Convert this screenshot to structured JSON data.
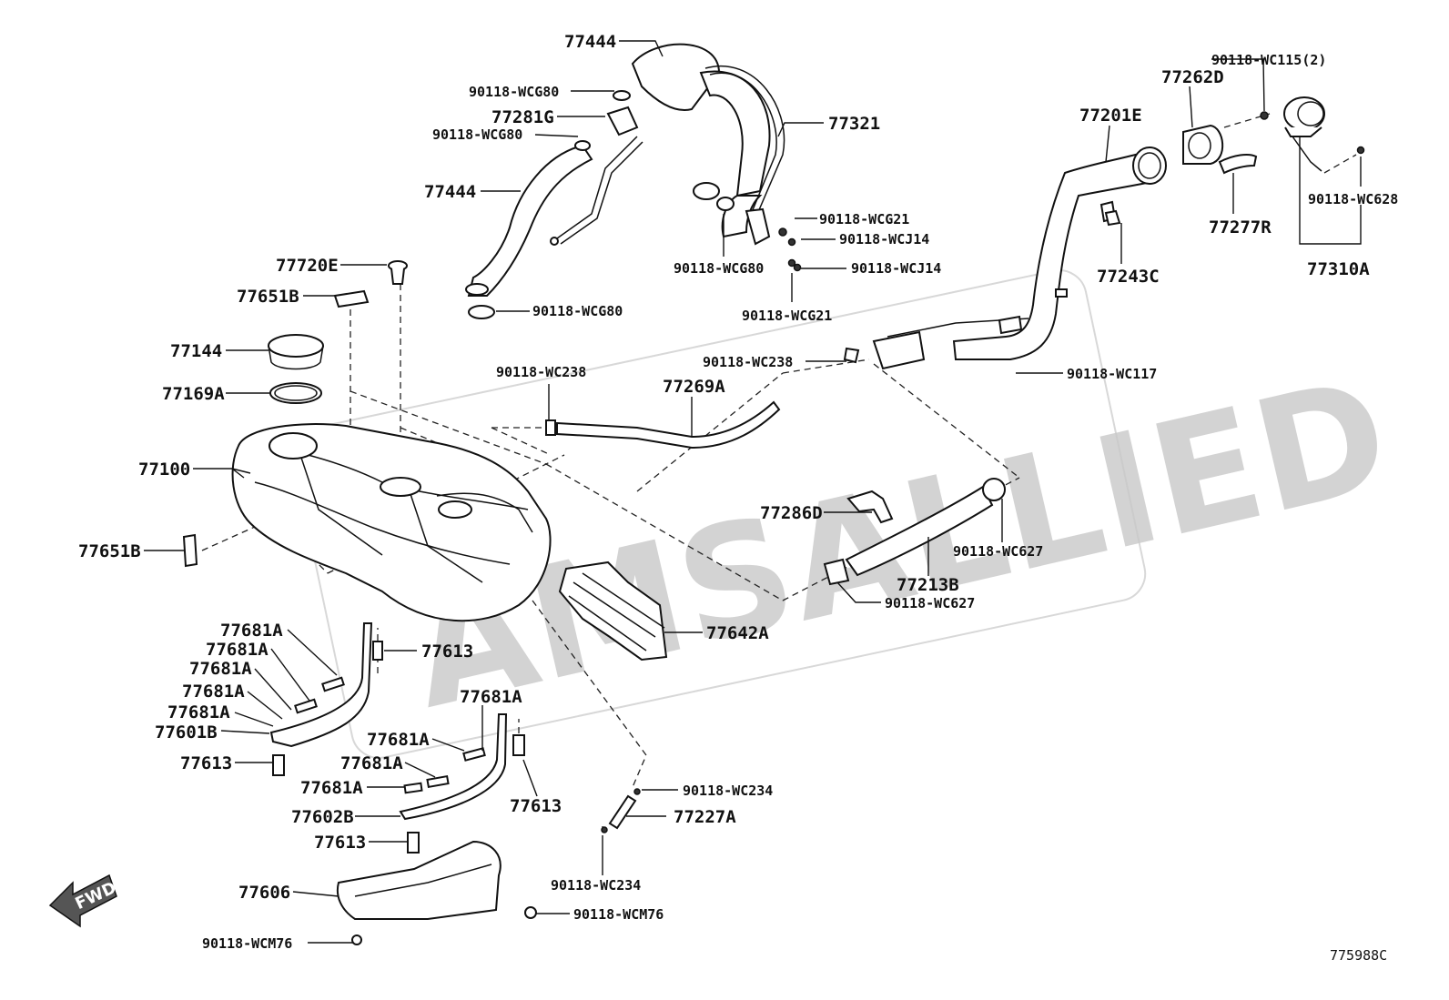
{
  "watermark": "AMSALLIED",
  "diagram_code": "775988C",
  "fwd_label": "FWD",
  "labels": {
    "l77444_top": "77444",
    "l90118_wcg80_a": "90118-WCG80",
    "l77281g": "77281G",
    "l90118_wcg80_b": "90118-WCG80",
    "l77444_mid": "77444",
    "l77321": "77321",
    "l90118_wcg21_a": "90118-WCG21",
    "l90118_wcj14_a": "90118-WCJ14",
    "l90118_wcg80_c": "90118-WCG80",
    "l90118_wcj14_b": "90118-WCJ14",
    "l90118_wcg21_b": "90118-WCG21",
    "l90118_wcg80_d": "90118-WCG80",
    "l77720e": "77720E",
    "l77651b_top": "77651B",
    "l77144": "77144",
    "l77169a": "77169A",
    "l77100": "77100",
    "l77651b_left": "77651B",
    "l90118_wc238_a": "90118-WC238",
    "l77269a": "77269A",
    "l90118_wc238_b": "90118-WC238",
    "l90118_wc115": "90118-WC115(2)",
    "l77262d": "77262D",
    "l77201e": "77201E",
    "l77277r": "77277R",
    "l90118_wc628": "90118-WC628",
    "l77243c": "77243C",
    "l77310a": "77310A",
    "l90118_wc117": "90118-WC117",
    "l77286d": "77286D",
    "l90118_wc627_a": "90118-WC627",
    "l77213b": "77213B",
    "l90118_wc627_b": "90118-WC627",
    "l77642a": "77642A",
    "l77681a_1": "77681A",
    "l77681a_2": "77681A",
    "l77681a_3": "77681A",
    "l77681a_4": "77681A",
    "l77681a_5": "77681A",
    "l77613_a": "77613",
    "l77601b": "77601B",
    "l77613_b": "77613",
    "l77681a_6": "77681A",
    "l77681a_7": "77681A",
    "l77681a_8": "77681A",
    "l77681a_9": "77681A",
    "l77613_c": "77613",
    "l77602b": "77602B",
    "l77613_d": "77613",
    "l90118_wc234_a": "90118-WC234",
    "l77227a": "77227A",
    "l90118_wc234_b": "90118-WC234",
    "l77606": "77606",
    "l90118_wcm76_a": "90118-WCM76",
    "l90118_wcm76_b": "90118-WCM76"
  }
}
